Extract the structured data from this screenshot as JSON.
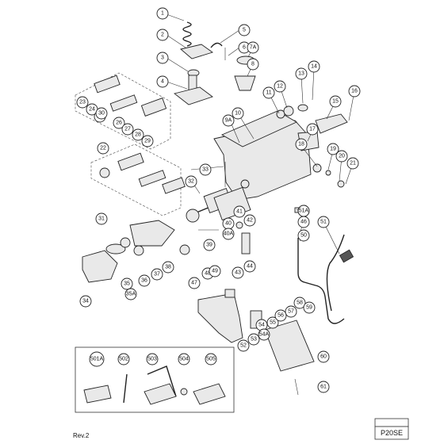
{
  "labels": [
    "1",
    "2",
    "3",
    "4",
    "5",
    "6",
    "7A",
    "8",
    "9A",
    "10",
    "11",
    "12",
    "13",
    "14",
    "15",
    "16",
    "17",
    "18",
    "19",
    "20",
    "21",
    "22",
    "23",
    "24",
    "25",
    "26",
    "27",
    "28",
    "29",
    "30",
    "31",
    "32",
    "33",
    "34",
    "35",
    "35A",
    "36",
    "37",
    "38",
    "39",
    "40",
    "40A",
    "41",
    "42",
    "43",
    "44",
    "45",
    "46",
    "47",
    "48",
    "49",
    "50",
    "51",
    "51A",
    "52",
    "53",
    "54",
    "54A",
    "55",
    "56",
    "57",
    "58",
    "59",
    "60",
    "61",
    "501A",
    "502",
    "503",
    "504",
    "505"
  ],
  "footer": {
    "revision": "Rev.2",
    "model_header": "        ",
    "model": "P20SE"
  }
}
